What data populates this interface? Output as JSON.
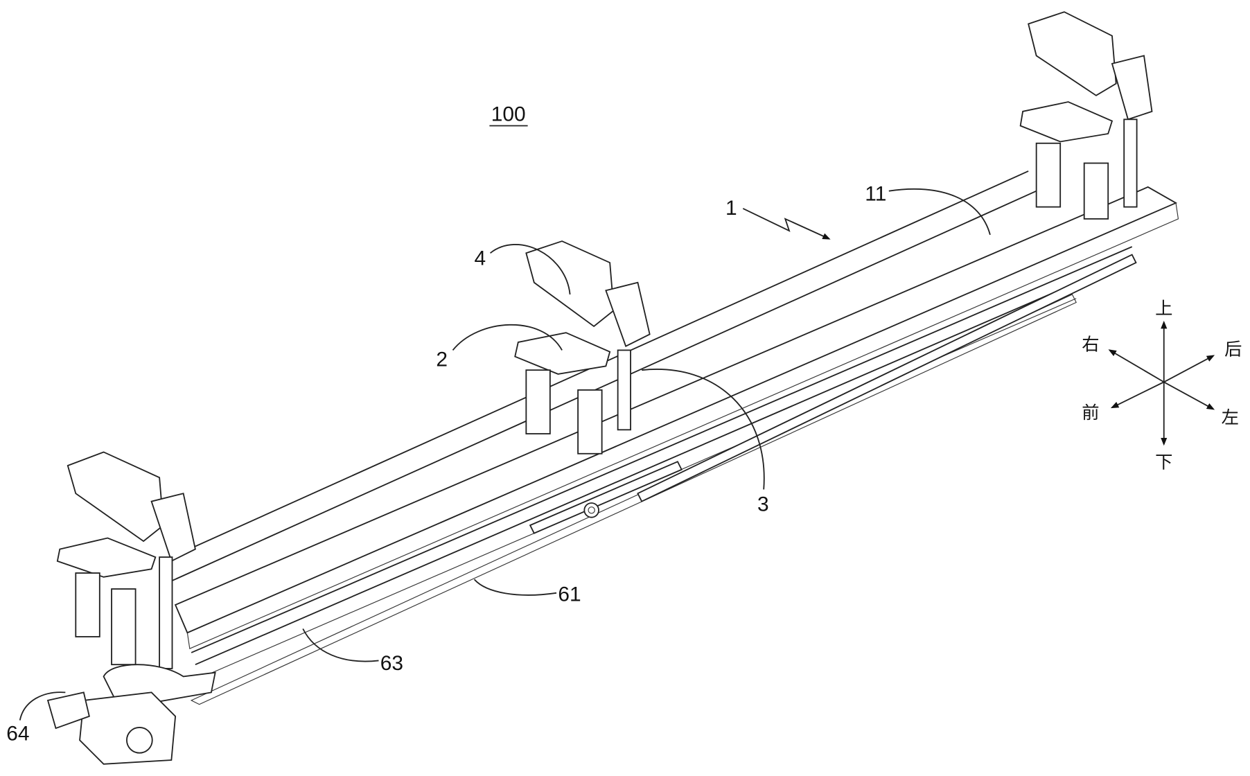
{
  "figure": {
    "assembly_ref": "100",
    "labels": {
      "frame": "1",
      "beam": "11",
      "bracket": "4",
      "lift": "2",
      "belt": "3",
      "rail": "61",
      "guide": "63",
      "motor": "64"
    },
    "compass": {
      "up": "上",
      "down": "下",
      "left": "左",
      "right": "右",
      "front": "前",
      "back": "后"
    }
  }
}
